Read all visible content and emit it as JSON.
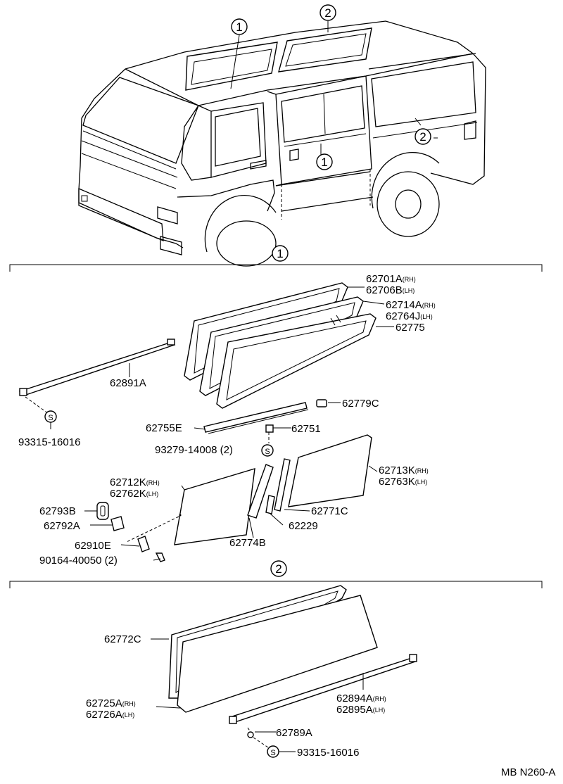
{
  "diagram": {
    "code": "MB N260-A",
    "callouts": {
      "one": "1",
      "two": "2",
      "screw_symbol": "S"
    },
    "section1": {
      "parts": [
        {
          "id": "p1",
          "num": "62701A",
          "suffix": "(RH)"
        },
        {
          "id": "p2",
          "num": "62706B",
          "suffix": "(LH)"
        },
        {
          "id": "p3",
          "num": "62714A",
          "suffix": "(RH)"
        },
        {
          "id": "p4",
          "num": "62764J",
          "suffix": "(LH)"
        },
        {
          "id": "p5",
          "num": "62775",
          "suffix": ""
        },
        {
          "id": "p6",
          "num": "62891A",
          "suffix": ""
        },
        {
          "id": "p7",
          "num": "93315-16016",
          "suffix": ""
        },
        {
          "id": "p8",
          "num": "62779C",
          "suffix": ""
        },
        {
          "id": "p9",
          "num": "62755E",
          "suffix": ""
        },
        {
          "id": "p10",
          "num": "62751",
          "suffix": ""
        },
        {
          "id": "p11",
          "num": "93279-14008 (2)",
          "suffix": ""
        },
        {
          "id": "p12",
          "num": "62712K",
          "suffix": "(RH)"
        },
        {
          "id": "p13",
          "num": "62762K",
          "suffix": "(LH)"
        },
        {
          "id": "p14",
          "num": "62713K",
          "suffix": "(RH)"
        },
        {
          "id": "p15",
          "num": "62763K",
          "suffix": "(LH)"
        },
        {
          "id": "p16",
          "num": "62793B",
          "suffix": ""
        },
        {
          "id": "p17",
          "num": "62792A",
          "suffix": ""
        },
        {
          "id": "p18",
          "num": "62771C",
          "suffix": ""
        },
        {
          "id": "p19",
          "num": "62229",
          "suffix": ""
        },
        {
          "id": "p20",
          "num": "62910E",
          "suffix": ""
        },
        {
          "id": "p21",
          "num": "62774B",
          "suffix": ""
        },
        {
          "id": "p22",
          "num": "90164-40050 (2)",
          "suffix": ""
        }
      ]
    },
    "section2": {
      "parts": [
        {
          "id": "q1",
          "num": "62772C",
          "suffix": ""
        },
        {
          "id": "q2",
          "num": "62725A",
          "suffix": "(RH)"
        },
        {
          "id": "q3",
          "num": "62726A",
          "suffix": "(LH)"
        },
        {
          "id": "q4",
          "num": "62894A",
          "suffix": "(RH)"
        },
        {
          "id": "q5",
          "num": "62895A",
          "suffix": "(LH)"
        },
        {
          "id": "q6",
          "num": "62789A",
          "suffix": ""
        },
        {
          "id": "q7",
          "num": "93315-16016",
          "suffix": ""
        }
      ]
    }
  }
}
